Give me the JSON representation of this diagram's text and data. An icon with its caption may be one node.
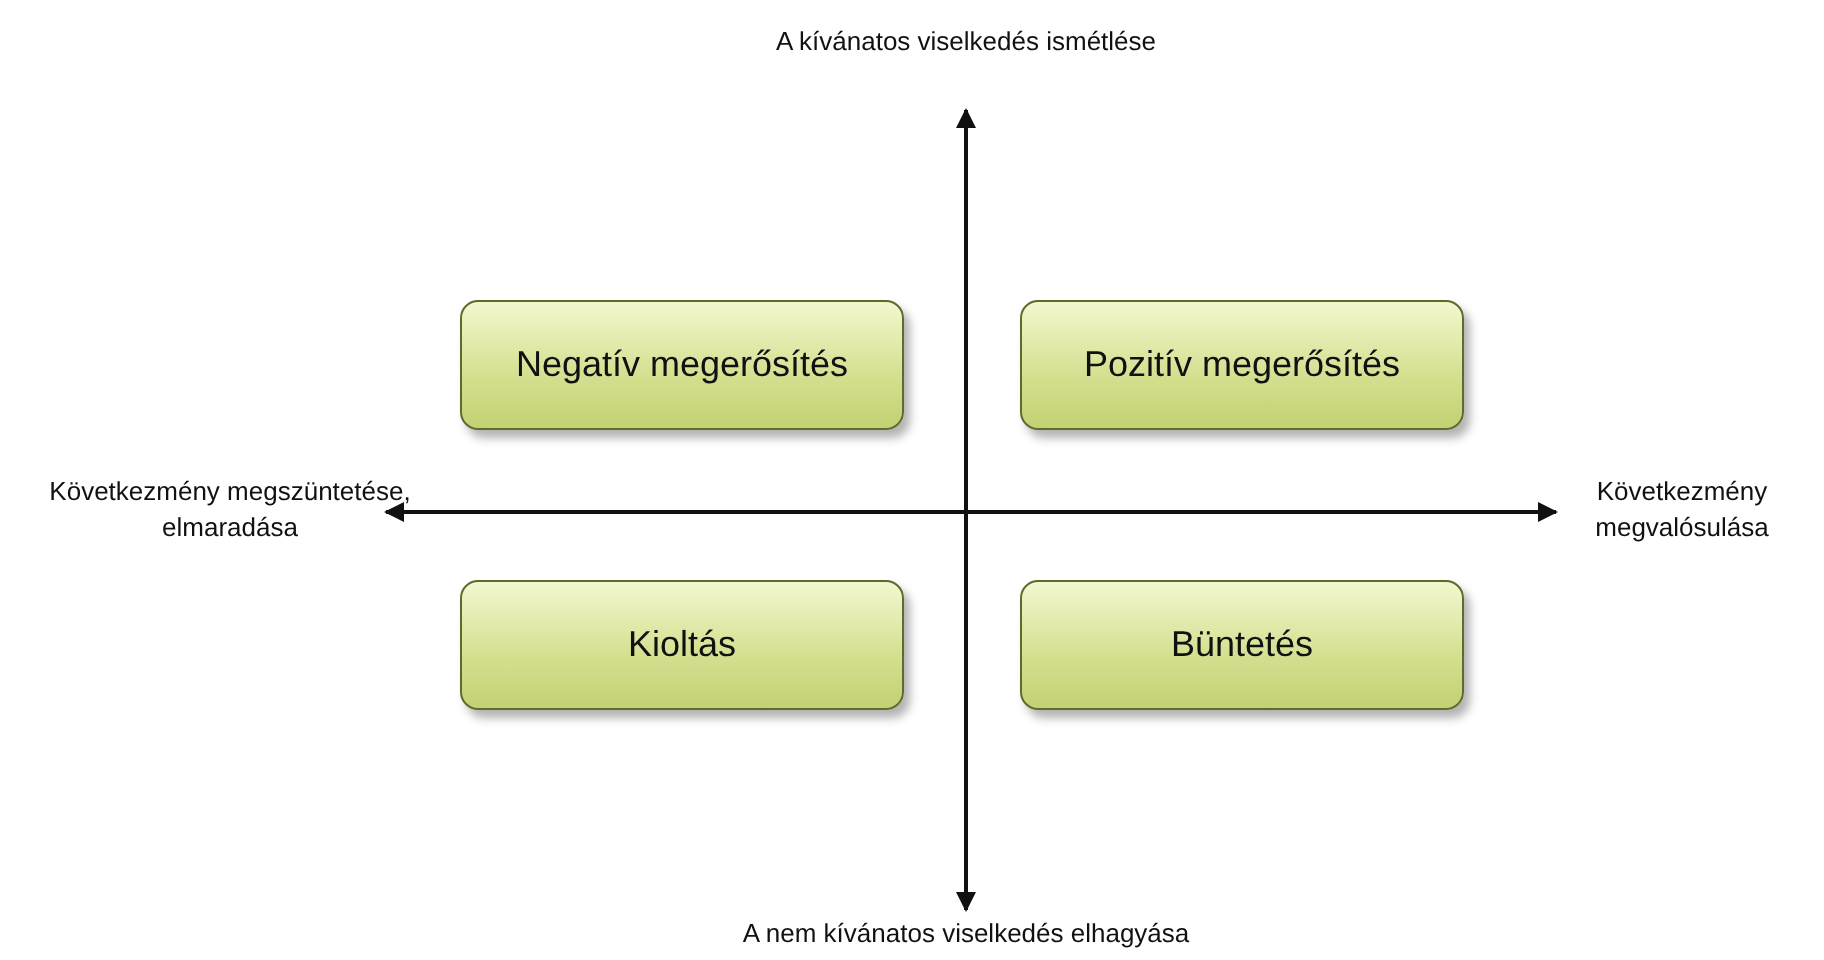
{
  "diagram": {
    "nodes": [
      {
        "text": [
          "Negatív megerősítés"
        ]
      },
      {
        "text": [
          "Pozitív megerősítés"
        ]
      },
      {
        "text": [
          "Kioltás"
        ]
      },
      {
        "text": [
          "Büntetés"
        ]
      }
    ],
    "labels": [
      "A kívánatos viselkedés ismétlése",
      "Következmény megszüntetése, elmaradása",
      "Következmény megvalósulása",
      "A nem kívánatos viselkedés elhagyása"
    ]
  }
}
